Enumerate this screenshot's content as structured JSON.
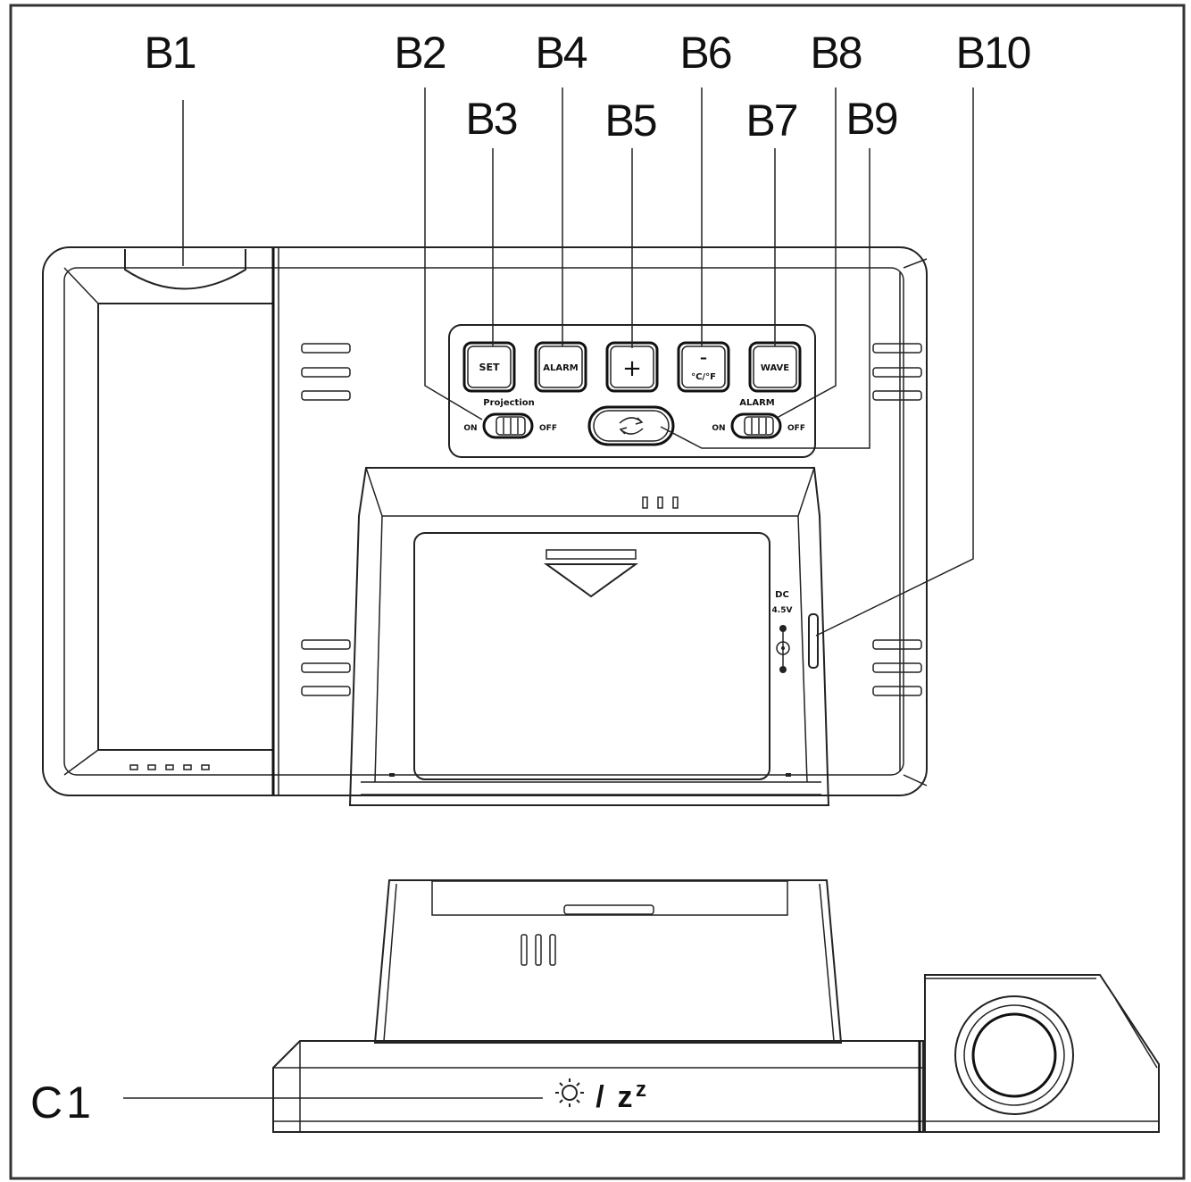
{
  "labels": {
    "b1": "B1",
    "b2": "B2",
    "b3": "B3",
    "b4": "B4",
    "b5": "B5",
    "b6": "B6",
    "b7": "B7",
    "b8": "B8",
    "b9": "B9",
    "b10": "B10",
    "c1": "C1"
  },
  "buttons": {
    "set": "SET",
    "alarm": "ALARM",
    "plus": "+",
    "minus": "–",
    "unit": "°C/°F",
    "wave": "WAVE"
  },
  "switches": {
    "projection_title": "Projection",
    "projection_on": "ON",
    "projection_off": "OFF",
    "alarm_title": "ALARM",
    "alarm_on": "ON",
    "alarm_off": "OFF"
  },
  "power": {
    "line1": "DC",
    "line2": "4.5V"
  },
  "bottom_switch": {
    "slash": "/",
    "sleep": "z",
    "sleep_sup": "z"
  },
  "icons": {
    "rotate": "rotate-arrows-icon",
    "sun": "sun-light-icon",
    "power_polarity": "dc-polarity-icon"
  }
}
